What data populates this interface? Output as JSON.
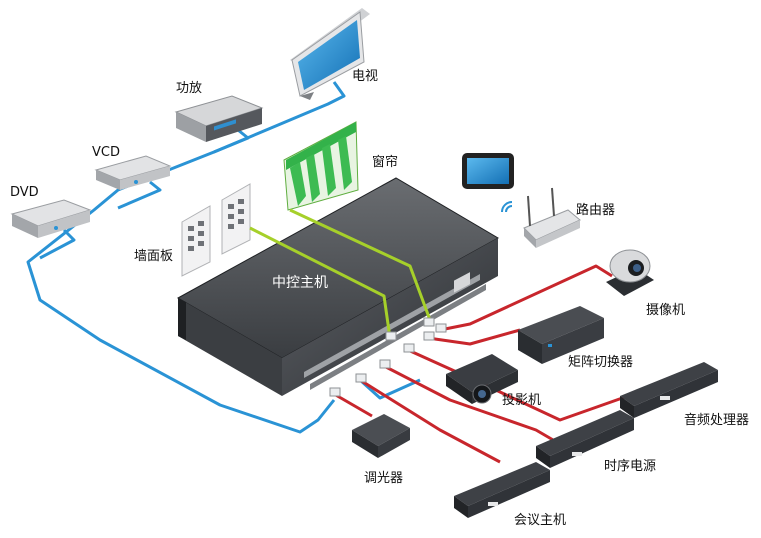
{
  "title": "",
  "colors": {
    "blue_cable": "#2a93d5",
    "red_cable": "#c8262c",
    "green_cable": "#a6d02a",
    "device_dark": "#2f3236",
    "device_light": "#d9dadc",
    "screen_blue": "#1f8fd8",
    "curtain_green": "#33b24a"
  },
  "devices": {
    "tv": "电视",
    "amplifier": "功放",
    "vcd": "VCD",
    "dvd": "DVD",
    "curtain": "窗帘",
    "wall_panel": "墙面板",
    "controller": "中控主机",
    "router": "路由器",
    "camera": "摄像机",
    "matrix": "矩阵切换器",
    "projector": "投影机",
    "audio_processor": "音频处理器",
    "sequencer": "时序电源",
    "dimmer": "调光器",
    "conference": "会议主机"
  },
  "icons": {
    "tablet": "tablet-icon",
    "wifi": "wifi-icon"
  }
}
